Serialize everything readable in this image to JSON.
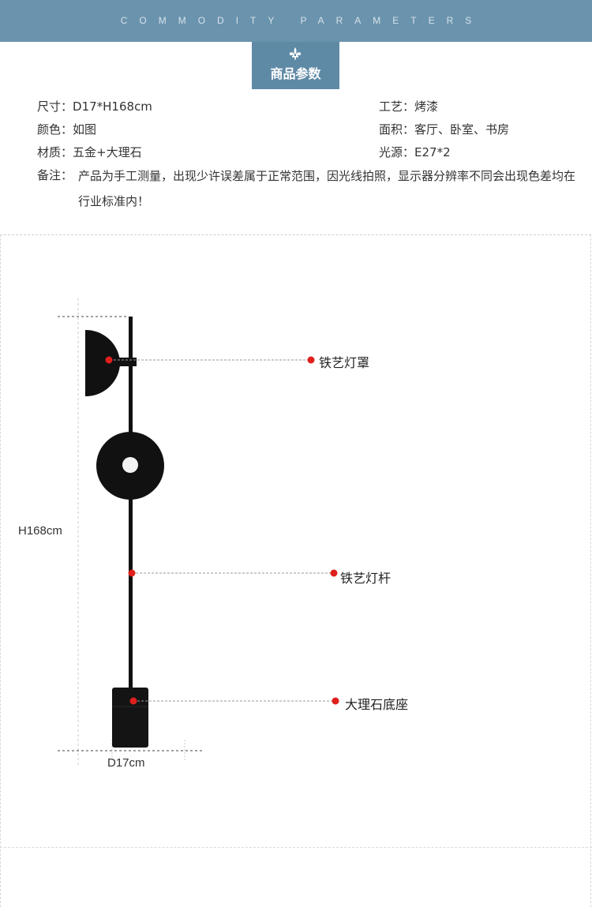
{
  "header": {
    "band_text": "COMMODITY PARAMETERS",
    "tab_title": "商品参数",
    "band_color": "#6a93ad",
    "tab_color": "#5f8aa6",
    "tab_icon": "fleur-de-lis-icon"
  },
  "params": {
    "size_key": "尺寸：",
    "size_value": "D17*H168cm",
    "craft_key": "工艺：",
    "craft_value": "烤漆",
    "color_key": "颜色：",
    "color_value": "如图",
    "area_key": "面积：",
    "area_value": "客厅、卧室、书房",
    "material_key": "材质：",
    "material_value": "五金+大理石",
    "light_key": "光源：",
    "light_value": "E27*2",
    "note_key": "备注：",
    "note_value": "产品为手工测量，出现少许误差属于正常范围，因光线拍照，显示器分辨率不同会出现色差均在行业标准内！"
  },
  "diagram": {
    "label_shade": "铁艺灯罩",
    "label_pole": "铁艺灯杆",
    "label_base": "大理石底座",
    "height_dim": "H168cm",
    "diameter_dim": "D17cm",
    "marker_color": "#e0201c"
  }
}
